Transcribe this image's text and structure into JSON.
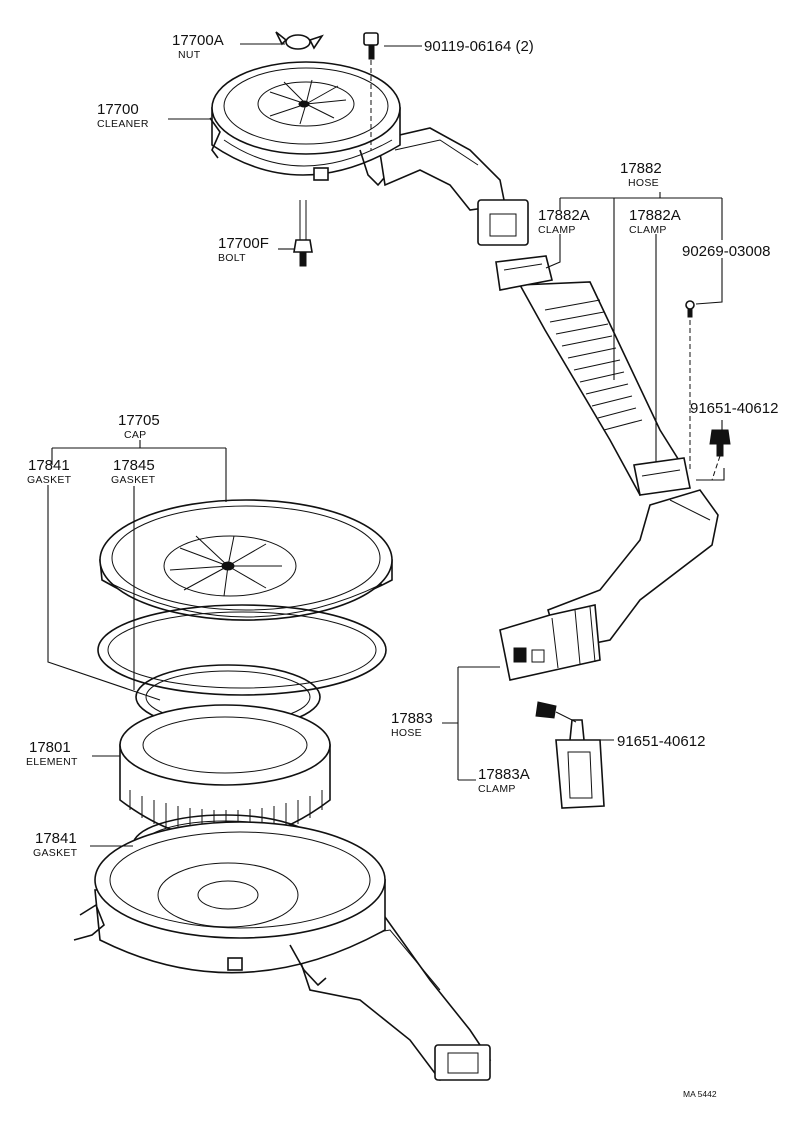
{
  "labels": {
    "nut": {
      "num": "17700A",
      "name": "NUT"
    },
    "screw": {
      "num": "90119-06164 (2)"
    },
    "cleaner": {
      "num": "17700",
      "name": "CLEANER"
    },
    "bolt": {
      "num": "17700F",
      "name": "BOLT"
    },
    "hose_upper": {
      "num": "17882",
      "name": "HOSE"
    },
    "clamp_left": {
      "num": "17882A",
      "name": "CLAMP"
    },
    "clamp_right": {
      "num": "17882A",
      "name": "CLAMP"
    },
    "pin": {
      "num": "90269-03008"
    },
    "screw_right": {
      "num": "91651-40612"
    },
    "cap": {
      "num": "17705",
      "name": "CAP"
    },
    "gasket_upper": {
      "num": "17841",
      "name": "GASKET"
    },
    "gasket_17845": {
      "num": "17845",
      "name": "GASKET"
    },
    "element": {
      "num": "17801",
      "name": "ELEMENT"
    },
    "gasket_lower": {
      "num": "17841",
      "name": "GASKET"
    },
    "hose_lower": {
      "num": "17883",
      "name": "HOSE"
    },
    "screw_lower": {
      "num": "91651-40612"
    },
    "clamp_lower": {
      "num": "17883A",
      "name": "CLAMP"
    }
  },
  "drawing_code": "MA 5442"
}
